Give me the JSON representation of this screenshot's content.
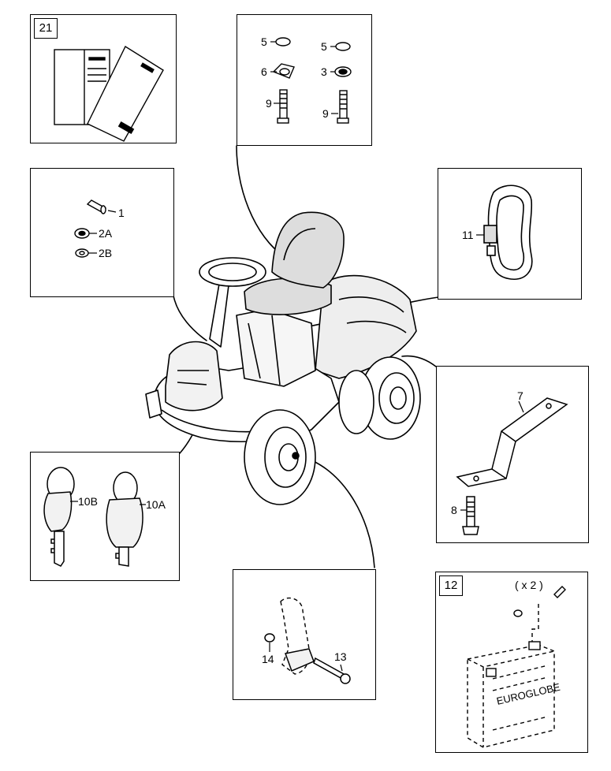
{
  "panels": {
    "manuals": {
      "number": "21"
    },
    "seat_hardware": {
      "labels": [
        "5",
        "6",
        "9",
        "5",
        "3",
        "9"
      ]
    },
    "steering_parts": {
      "labels": [
        "1",
        "2A",
        "2B"
      ]
    },
    "handle": {
      "labels": [
        "11"
      ]
    },
    "bracket": {
      "labels": [
        "7",
        "8"
      ]
    },
    "keys": {
      "labels": [
        "10B",
        "10A"
      ]
    },
    "wheel_bolt": {
      "labels": [
        "14",
        "13"
      ]
    },
    "battery": {
      "number": "12",
      "quantity": "( x 2 )",
      "brand": "EUROGLOBE"
    }
  }
}
